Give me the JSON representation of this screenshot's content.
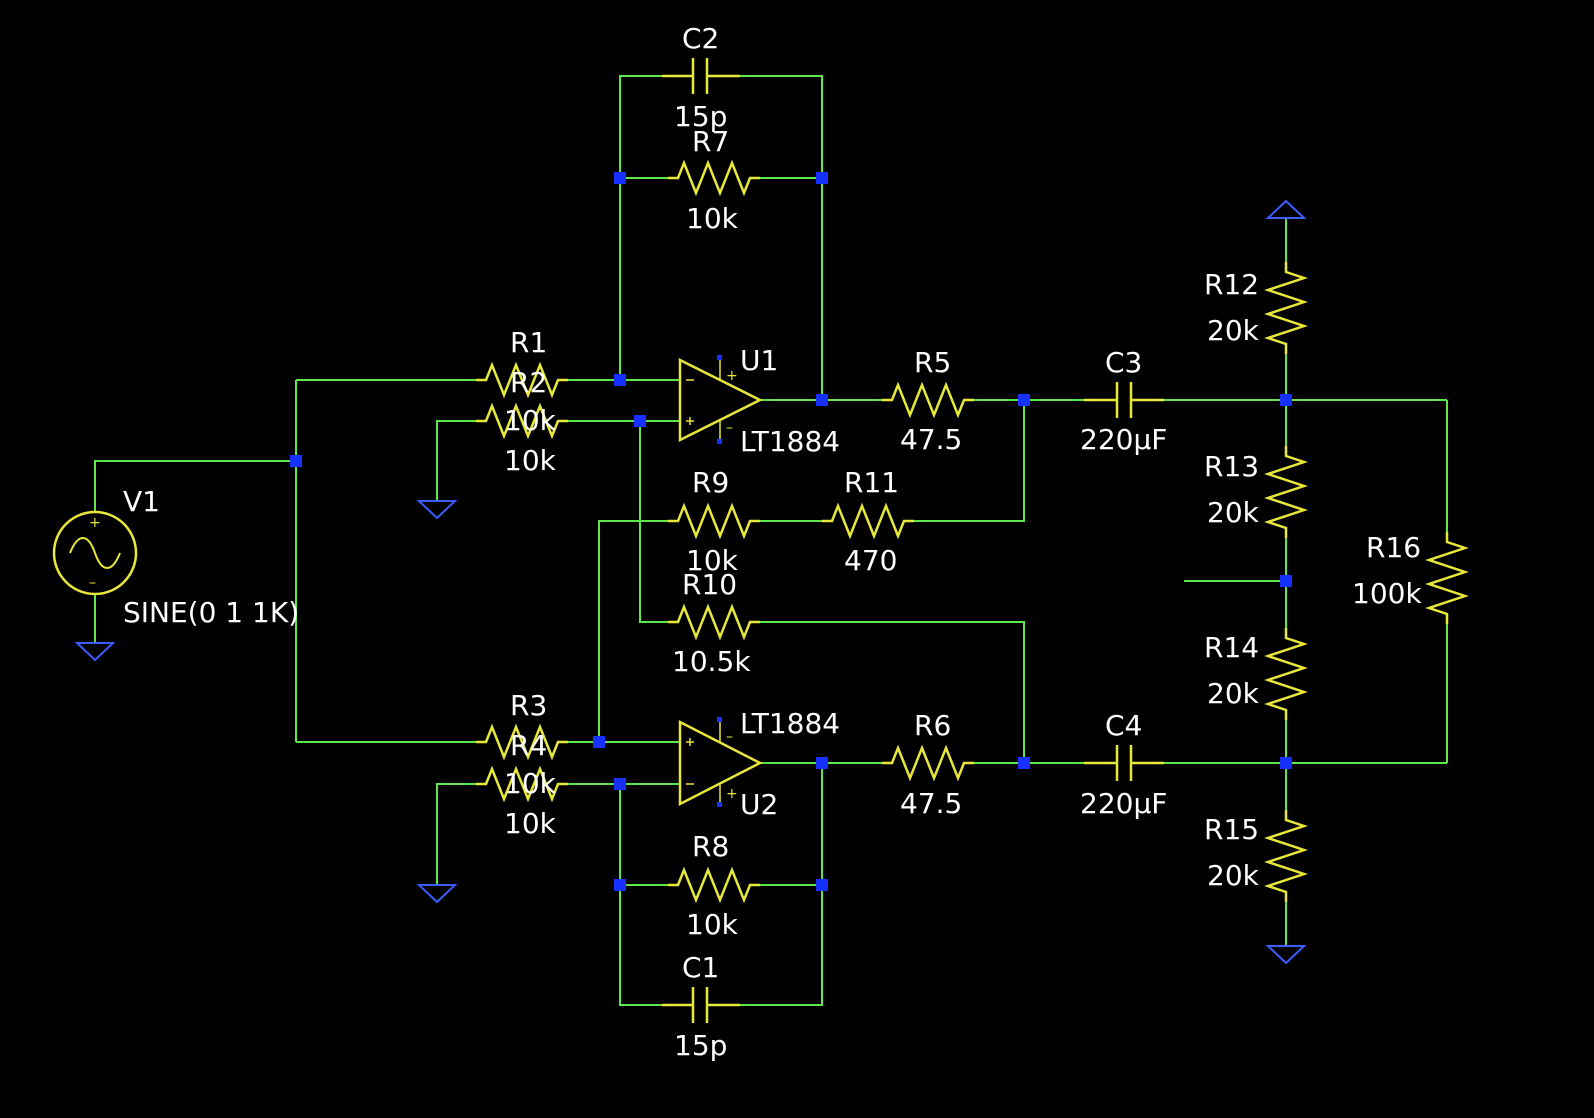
{
  "components": {
    "C2": {
      "name": "C2",
      "value": "15p"
    },
    "C1": {
      "name": "C1",
      "value": "15p"
    },
    "C3": {
      "name": "C3",
      "value": "220µF"
    },
    "C4": {
      "name": "C4",
      "value": "220µF"
    },
    "R1": {
      "name": "R1",
      "value": "10k"
    },
    "R2": {
      "name": "R2",
      "value": "10k"
    },
    "R3": {
      "name": "R3",
      "value": "10k"
    },
    "R4": {
      "name": "R4",
      "value": "10k"
    },
    "R5": {
      "name": "R5",
      "value": "47.5"
    },
    "R6": {
      "name": "R6",
      "value": "47.5"
    },
    "R7": {
      "name": "R7",
      "value": "10k"
    },
    "R8": {
      "name": "R8",
      "value": "10k"
    },
    "R9": {
      "name": "R9",
      "value": "10k"
    },
    "R10": {
      "name": "R10",
      "value": "10.5k"
    },
    "R11": {
      "name": "R11",
      "value": "470"
    },
    "R12": {
      "name": "R12",
      "value": "20k"
    },
    "R13": {
      "name": "R13",
      "value": "20k"
    },
    "R14": {
      "name": "R14",
      "value": "20k"
    },
    "R15": {
      "name": "R15",
      "value": "20k"
    },
    "R16": {
      "name": "R16",
      "value": "100k"
    },
    "U1": {
      "name": "U1",
      "value": "LT1884"
    },
    "U2": {
      "name": "U2",
      "value": "LT1884"
    },
    "V1": {
      "name": "V1",
      "value": "SINE(0 1 1K)"
    }
  },
  "colors": {
    "background": "#000000",
    "wire": "#5ce84a",
    "component": "#e8e83a",
    "node": "#1530ff",
    "ground": "#3b5cff",
    "label": "#ffffff"
  },
  "icons": [
    "ground-icon",
    "supply-icon",
    "sine-source-icon",
    "opamp-icon"
  ]
}
